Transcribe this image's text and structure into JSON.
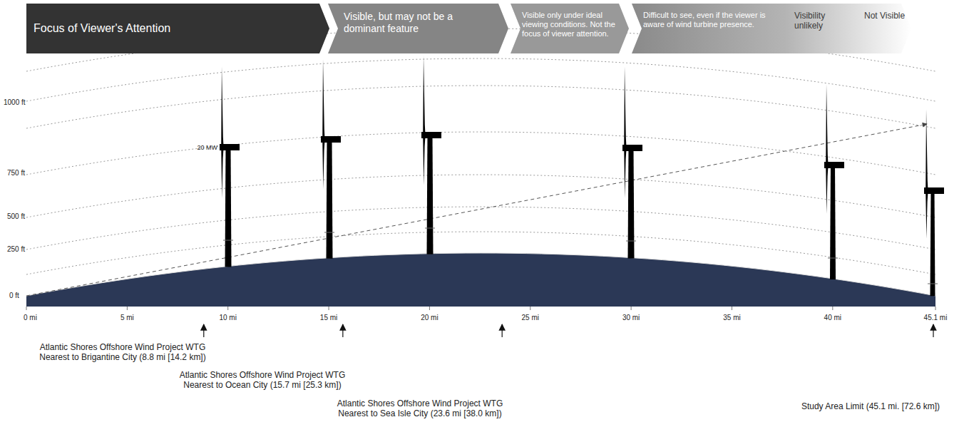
{
  "diagram": {
    "nodes": [
      {
        "text": [
          "Focus of Viewer's Attention"
        ]
      },
      {
        "text": [
          "Visible, but may not be a dominant feature"
        ]
      },
      {
        "text": [
          "Visible only under ideal viewing conditions. Not the focus of viewer attention."
        ]
      },
      {
        "text": [
          "Difficult to see, even if the viewer is aware of wind turbine presence.",
          "Visibility unlikely",
          "Not Visible"
        ]
      }
    ],
    "labels": [
      "1000 ft",
      "750 ft",
      "500 ft",
      "250 ft",
      "0 ft",
      "20 MW",
      "0 mi",
      "5 mi",
      "10 mi",
      "15 mi",
      "20 mi",
      "25 mi",
      "30 mi",
      "35 mi",
      "40 mi",
      "45.1 mi",
      "Atlantic Shores Offshore Wind Project WTG Nearest to Brigantine City (8.8 mi [14.2 km])",
      "Atlantic Shores Offshore Wind Project WTG Nearest to Ocean City (15.7 mi [25.3 km])",
      "Atlantic Shores Offshore Wind Project WTG Nearest to Sea Isle City (23.6 mi [38.0 km])",
      "Study Area Limit (45.1 mi. [72.6 km])"
    ]
  }
}
